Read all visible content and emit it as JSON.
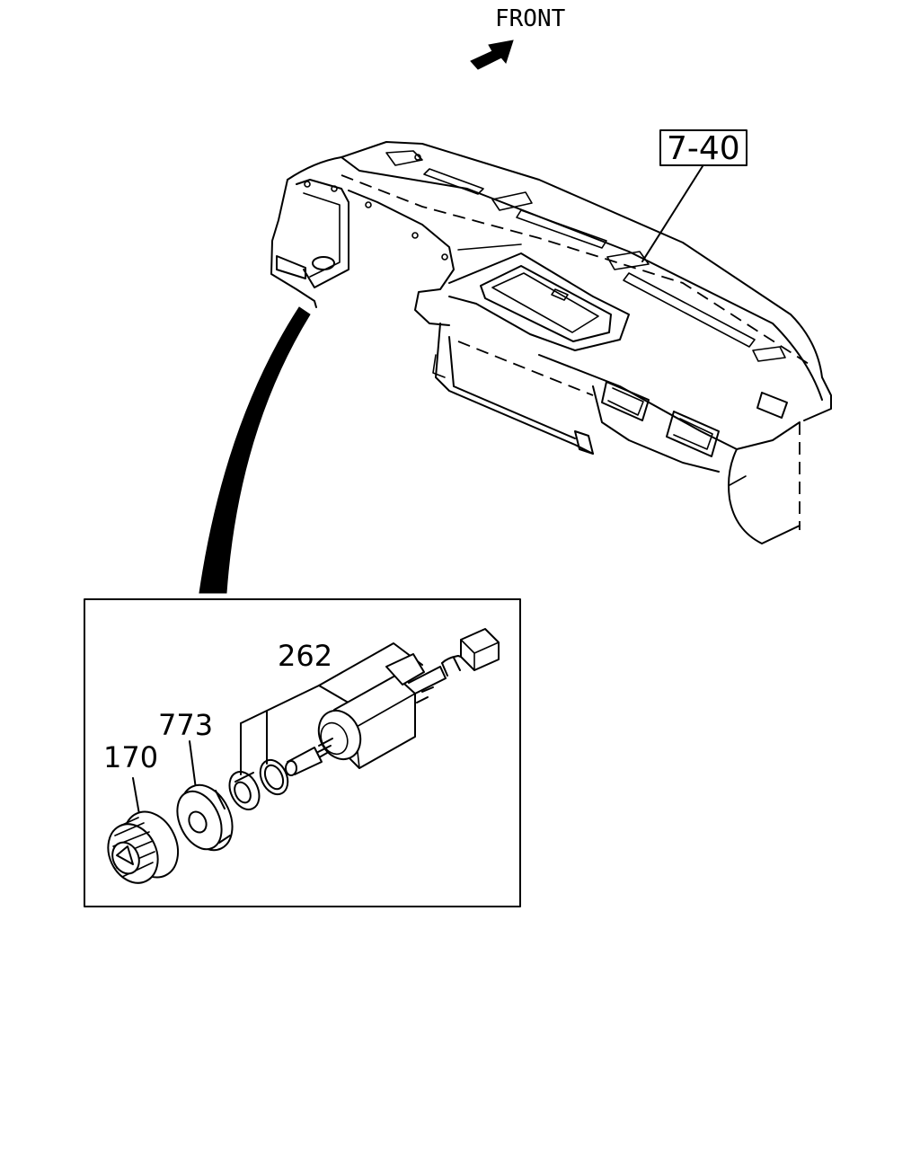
{
  "direction": {
    "label": "FRONT"
  },
  "reference": {
    "label": "7-40"
  },
  "callouts": {
    "switch_assembly": "262",
    "bezel_ring": "773",
    "knob": "170"
  }
}
